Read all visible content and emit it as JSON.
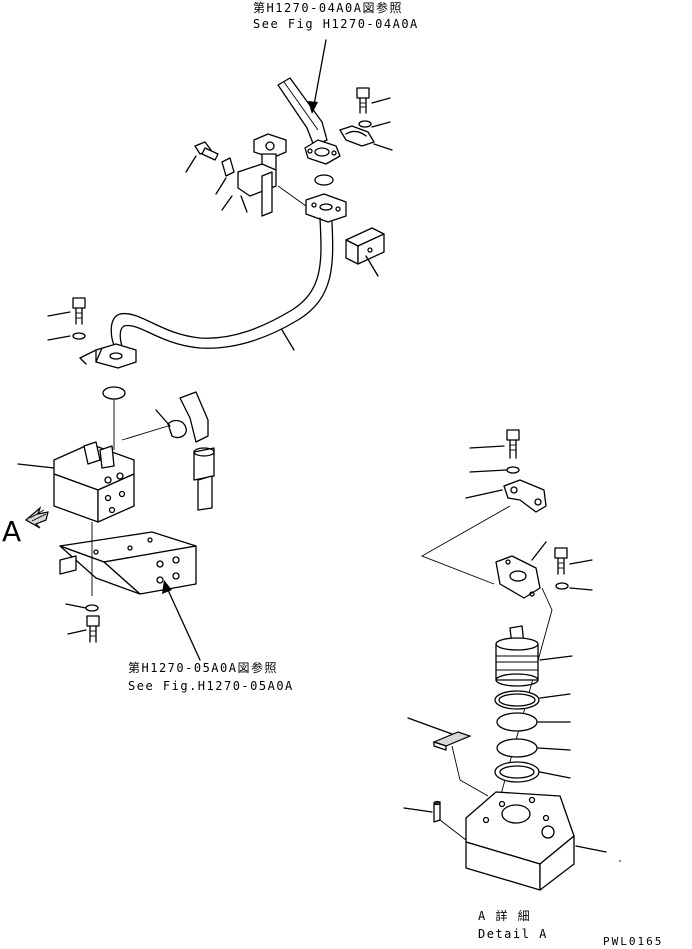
{
  "diagram": {
    "refs": {
      "top_jp": "第H1270-04A0A図参照",
      "top_en": "See Fig H1270-04A0A",
      "mid_jp": "第H1270-05A0A図参照",
      "mid_en": "See Fig.H1270-05A0A"
    },
    "view_label": "A",
    "detail_jp": "A 詳 細",
    "detail_en": "Detail A",
    "figure_code": "PWL0165"
  }
}
